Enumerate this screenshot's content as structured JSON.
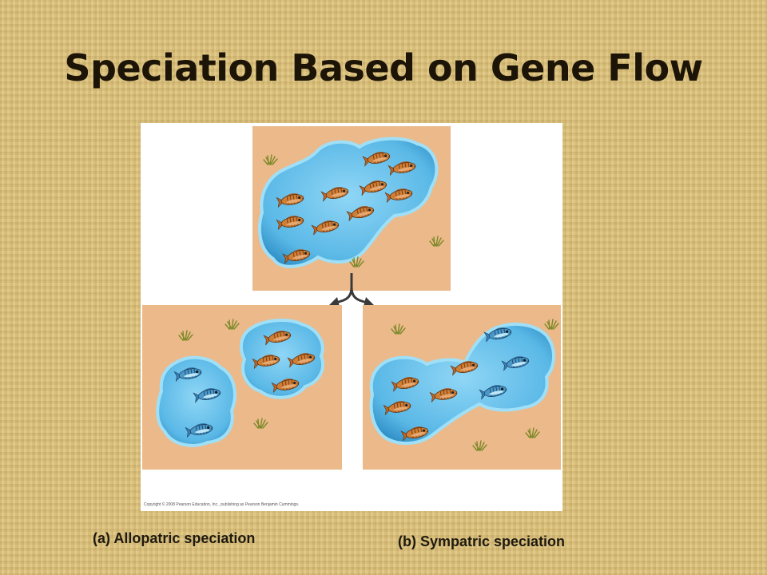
{
  "slide": {
    "title": "Speciation Based on Gene Flow",
    "copyright": "Copyright © 2008 Pearson Education, Inc., publishing as Pearson Benjamin Cummings.",
    "caption_a": "(a) Allopatric speciation",
    "caption_b": "(b) Sympatric speciation"
  },
  "colors": {
    "background": "#dcc27e",
    "sand": "#ecb98a",
    "water": "#5ab8e6",
    "fish_orange": "#c8752e",
    "fish_blue": "#4a98c8"
  },
  "icons": [
    "orange-fish-icon",
    "blue-fish-icon",
    "grass-tuft-icon",
    "split-arrow-icon"
  ]
}
